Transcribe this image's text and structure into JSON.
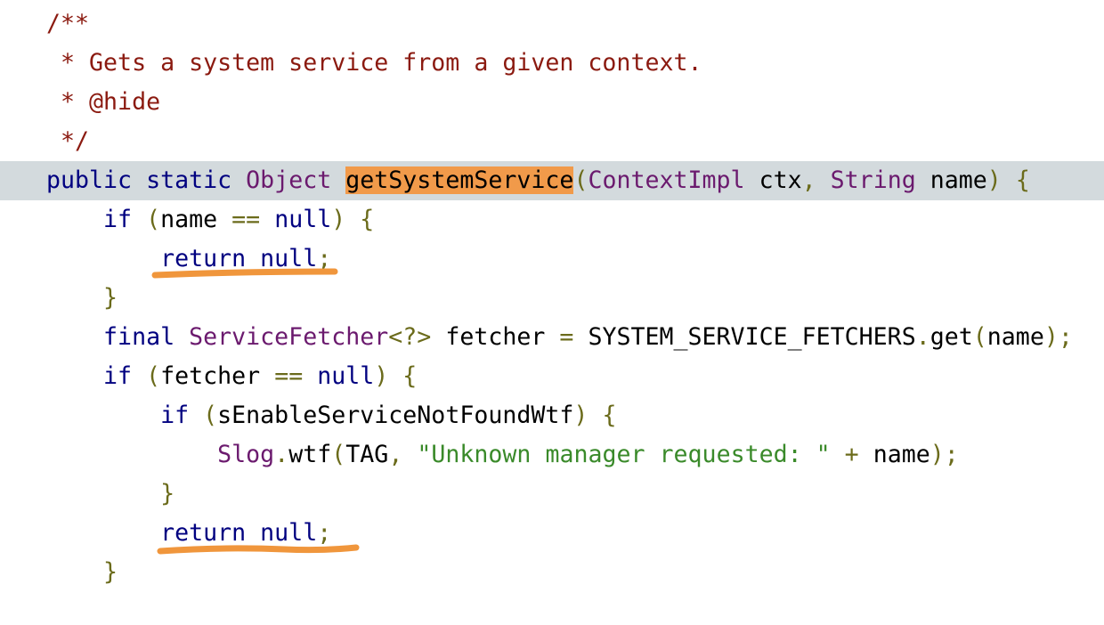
{
  "highlight_color": "#f19a4a",
  "annotation_color": "#f0963c",
  "lines": [
    {
      "tokens": [
        [
          "/**",
          "com"
        ]
      ]
    },
    {
      "tokens": [
        [
          " * Gets a system service from a given context.",
          "com"
        ]
      ]
    },
    {
      "tokens": [
        [
          " * @hide",
          "com"
        ]
      ]
    },
    {
      "tokens": [
        [
          " */",
          "com"
        ]
      ]
    },
    {
      "highlighted": true,
      "tokens": [
        [
          "public static ",
          "kw"
        ],
        [
          "Object",
          "cls"
        ],
        [
          " ",
          "id"
        ],
        [
          "getSystemService",
          "mark"
        ],
        [
          "(",
          "pun"
        ],
        [
          "ContextImpl",
          "cls"
        ],
        [
          " ctx",
          "id"
        ],
        [
          ", ",
          "pun"
        ],
        [
          "String",
          "cls"
        ],
        [
          " name",
          "id"
        ],
        [
          ") {",
          "pun"
        ]
      ]
    },
    {
      "tokens": [
        [
          "    if ",
          "kw"
        ],
        [
          "(",
          "pun"
        ],
        [
          "name ",
          "id"
        ],
        [
          "== ",
          "pun"
        ],
        [
          "null",
          "kw"
        ],
        [
          ") {",
          "pun"
        ]
      ]
    },
    {
      "underlined": true,
      "tokens": [
        [
          "        return null",
          "kw"
        ],
        [
          ";",
          "pun"
        ]
      ]
    },
    {
      "tokens": [
        [
          "    }",
          "pun"
        ]
      ]
    },
    {
      "tokens": [
        [
          "    final ",
          "kw"
        ],
        [
          "ServiceFetcher",
          "cls"
        ],
        [
          "<?>",
          "pun"
        ],
        [
          " fetcher ",
          "id"
        ],
        [
          "= ",
          "pun"
        ],
        [
          "SYSTEM_SERVICE_FETCHERS",
          "id"
        ],
        [
          ".",
          "pun"
        ],
        [
          "get",
          "id"
        ],
        [
          "(",
          "pun"
        ],
        [
          "name",
          "id"
        ],
        [
          ");",
          "pun"
        ]
      ]
    },
    {
      "tokens": [
        [
          "    if ",
          "kw"
        ],
        [
          "(",
          "pun"
        ],
        [
          "fetcher ",
          "id"
        ],
        [
          "== ",
          "pun"
        ],
        [
          "null",
          "kw"
        ],
        [
          ") {",
          "pun"
        ]
      ]
    },
    {
      "tokens": [
        [
          "        if ",
          "kw"
        ],
        [
          "(",
          "pun"
        ],
        [
          "sEnableServiceNotFoundWtf",
          "id"
        ],
        [
          ") {",
          "pun"
        ]
      ]
    },
    {
      "tokens": [
        [
          "            Slog",
          "cls"
        ],
        [
          ".",
          "pun"
        ],
        [
          "wtf",
          "id"
        ],
        [
          "(",
          "pun"
        ],
        [
          "TAG",
          "id"
        ],
        [
          ", ",
          "pun"
        ],
        [
          "\"Unknown manager requested: \"",
          "str"
        ],
        [
          " + ",
          "pun"
        ],
        [
          "name",
          "id"
        ],
        [
          ");",
          "pun"
        ]
      ]
    },
    {
      "tokens": [
        [
          "        }",
          "pun"
        ]
      ]
    },
    {
      "underlined": true,
      "tokens": [
        [
          "        return null",
          "kw"
        ],
        [
          ";",
          "pun"
        ]
      ]
    },
    {
      "tokens": [
        [
          "    }",
          "pun"
        ]
      ]
    }
  ]
}
